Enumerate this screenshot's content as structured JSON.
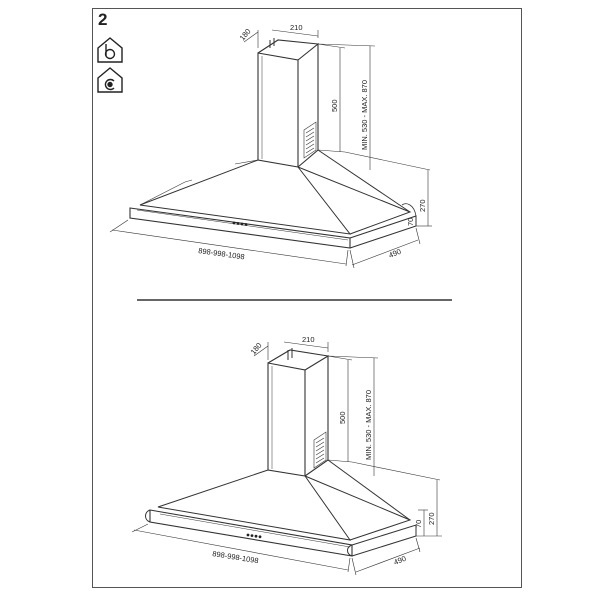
{
  "figure_number": "2",
  "icons": [
    "house-b-icon",
    "house-c-icon"
  ],
  "top_drawing": {
    "chimney_depth": "180",
    "chimney_width": "210",
    "chimney_height": "500",
    "height_range": "MIN. 530 - MAX. 870",
    "canopy_height": "270",
    "lip_height": "70",
    "depth": "490",
    "widths": "898-998-1098"
  },
  "bottom_drawing": {
    "chimney_depth": "180",
    "chimney_width": "210",
    "chimney_height": "500",
    "height_range": "MIN. 530 - MAX. 870",
    "canopy_height": "270",
    "lip_height": "70",
    "depth": "490",
    "widths": "898-998-1098"
  }
}
